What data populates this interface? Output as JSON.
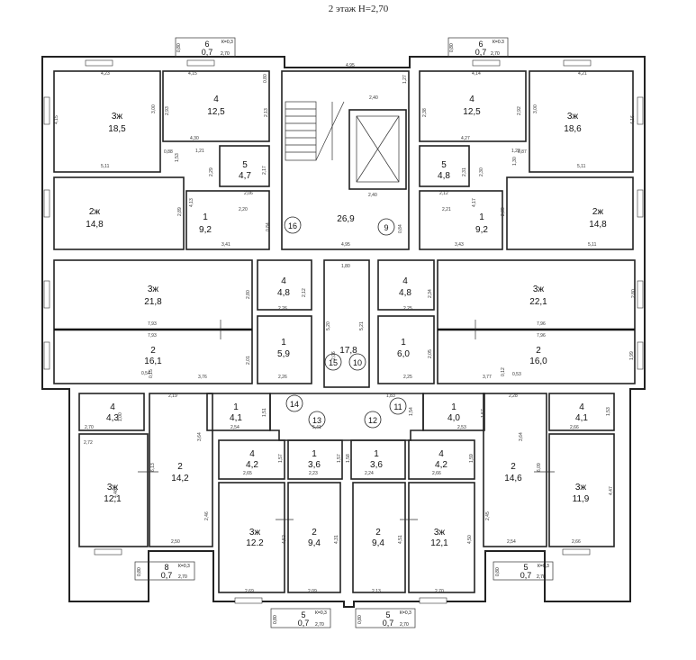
{
  "title": "2 этаж Н=2,70",
  "rooms": [
    {
      "id": "r1",
      "num": "3ж",
      "area": "18,5"
    },
    {
      "id": "r2",
      "num": "4",
      "area": "12,5"
    },
    {
      "id": "r3",
      "num": "5",
      "area": "4,7"
    },
    {
      "id": "r4",
      "num": "2ж",
      "area": "14,8"
    },
    {
      "id": "r5",
      "num": "1",
      "area": "9,2"
    },
    {
      "id": "r6",
      "num": "",
      "area": "26,9"
    },
    {
      "id": "r7",
      "num": "4",
      "area": "12,5"
    },
    {
      "id": "r8",
      "num": "3ж",
      "area": "18,6"
    },
    {
      "id": "r9",
      "num": "5",
      "area": "4,8"
    },
    {
      "id": "r10",
      "num": "1",
      "area": "9,2"
    },
    {
      "id": "r11",
      "num": "2ж",
      "area": "14,8"
    },
    {
      "id": "r12",
      "num": "3ж",
      "area": "21,8"
    },
    {
      "id": "r13",
      "num": "4",
      "area": "4,8"
    },
    {
      "id": "r14",
      "num": "2",
      "area": "16,1"
    },
    {
      "id": "r15",
      "num": "1",
      "area": "5,9"
    },
    {
      "id": "r16",
      "num": "",
      "area": "17,8"
    },
    {
      "id": "r17",
      "num": "1",
      "area": "6,0"
    },
    {
      "id": "r18",
      "num": "4",
      "area": "4,8"
    },
    {
      "id": "r19",
      "num": "3ж",
      "area": "22,1"
    },
    {
      "id": "r20",
      "num": "2",
      "area": "16,0"
    },
    {
      "id": "r21",
      "num": "4",
      "area": "4,3"
    },
    {
      "id": "r22",
      "num": "3ж",
      "area": "12,1"
    },
    {
      "id": "r23",
      "num": "2",
      "area": "14,2"
    },
    {
      "id": "r24",
      "num": "1",
      "area": "4,1"
    },
    {
      "id": "r25",
      "num": "4",
      "area": "4,2"
    },
    {
      "id": "r26",
      "num": "1",
      "area": "3,6"
    },
    {
      "id": "r27",
      "num": "3ж",
      "area": "12.2"
    },
    {
      "id": "r28",
      "num": "2",
      "area": "9,4"
    },
    {
      "id": "r29",
      "num": "1",
      "area": "3,6"
    },
    {
      "id": "r30",
      "num": "4",
      "area": "4,2"
    },
    {
      "id": "r31",
      "num": "2",
      "area": "9,4"
    },
    {
      "id": "r32",
      "num": "3ж",
      "area": "12,1"
    },
    {
      "id": "r33",
      "num": "1",
      "area": "4,0"
    },
    {
      "id": "r34",
      "num": "4",
      "area": "4,1"
    },
    {
      "id": "r35",
      "num": "2",
      "area": "14,6"
    },
    {
      "id": "r36",
      "num": "3ж",
      "area": "11,9"
    }
  ],
  "balconies": [
    {
      "num": "6",
      "area": "0,7",
      "k": "К=0,3",
      "w": "2,70",
      "h": "0,80"
    },
    {
      "num": "6",
      "area": "0,7",
      "k": "К=0.3",
      "w": "2,70",
      "h": "0,80"
    },
    {
      "num": "8",
      "area": "0,7",
      "k": "К=0,3",
      "w": "2,70",
      "h": "0,80"
    },
    {
      "num": "5",
      "area": "0,7",
      "k": "К=0,3",
      "w": "2,70",
      "h": "0,80"
    },
    {
      "num": "5",
      "area": "0,7",
      "k": "К=0,3",
      "w": "2,70",
      "h": "0,80"
    },
    {
      "num": "5",
      "area": "0,7",
      "k": "К=0,3",
      "w": "2,70",
      "h": "0,80"
    }
  ],
  "apartments": [
    "16",
    "9",
    "15",
    "10",
    "14",
    "11",
    "13",
    "12"
  ],
  "dims": [
    "4,23",
    "4,15",
    "4,95",
    "1,27",
    "2,40",
    "4,14",
    "4,21",
    "0,80",
    "2,93",
    "2,13",
    "3,00",
    "4,15",
    "4,30",
    "0,88",
    "1,53",
    "5,11",
    "1,21",
    "2,29",
    "2,17",
    "2,06",
    "4,13",
    "2,20",
    "2,89",
    "3,41",
    "0,84",
    "4,95",
    "2,40",
    "0,84",
    "3,43",
    "2,21",
    "2,89",
    "5,11",
    "2,12",
    "2,31",
    "2,30",
    "4,17",
    "1,22",
    "0,87",
    "1,30",
    "5,11",
    "4,27",
    "2,92",
    "3,00",
    "4,16",
    "2,38",
    "1,80",
    "2,80",
    "2,12",
    "2,26",
    "7,93",
    "7,93",
    "2,01",
    "5,20",
    "2,06",
    "3,76",
    "0,54",
    "0,15",
    "2,26",
    "5,21",
    "2,34",
    "2,25",
    "2,80",
    "7,96",
    "7,96",
    "2,05",
    "3,77",
    "0,12",
    "0,53",
    "1,99",
    "2,25",
    "2,19",
    "1,00",
    "2,70",
    "2,72",
    "3,64",
    "6,13",
    "4,46",
    "2,46",
    "2,50",
    "1,51",
    "2,54",
    "5,41",
    "1,83",
    "1,54",
    "2,53",
    "2,28",
    "1,57",
    "3,64",
    "1,53",
    "2,66",
    "1,57",
    "2,65",
    "2,23",
    "1,57",
    "1,58",
    "2,24",
    "2,66",
    "1,59",
    "4,52",
    "4,31",
    "4,51",
    "4,50",
    "2,69",
    "2,09",
    "2,13",
    "2,70",
    "2,45",
    "2,54",
    "6,09",
    "4,47",
    "2,66"
  ],
  "colors": {
    "wall": "#222222",
    "background": "#ffffff"
  }
}
